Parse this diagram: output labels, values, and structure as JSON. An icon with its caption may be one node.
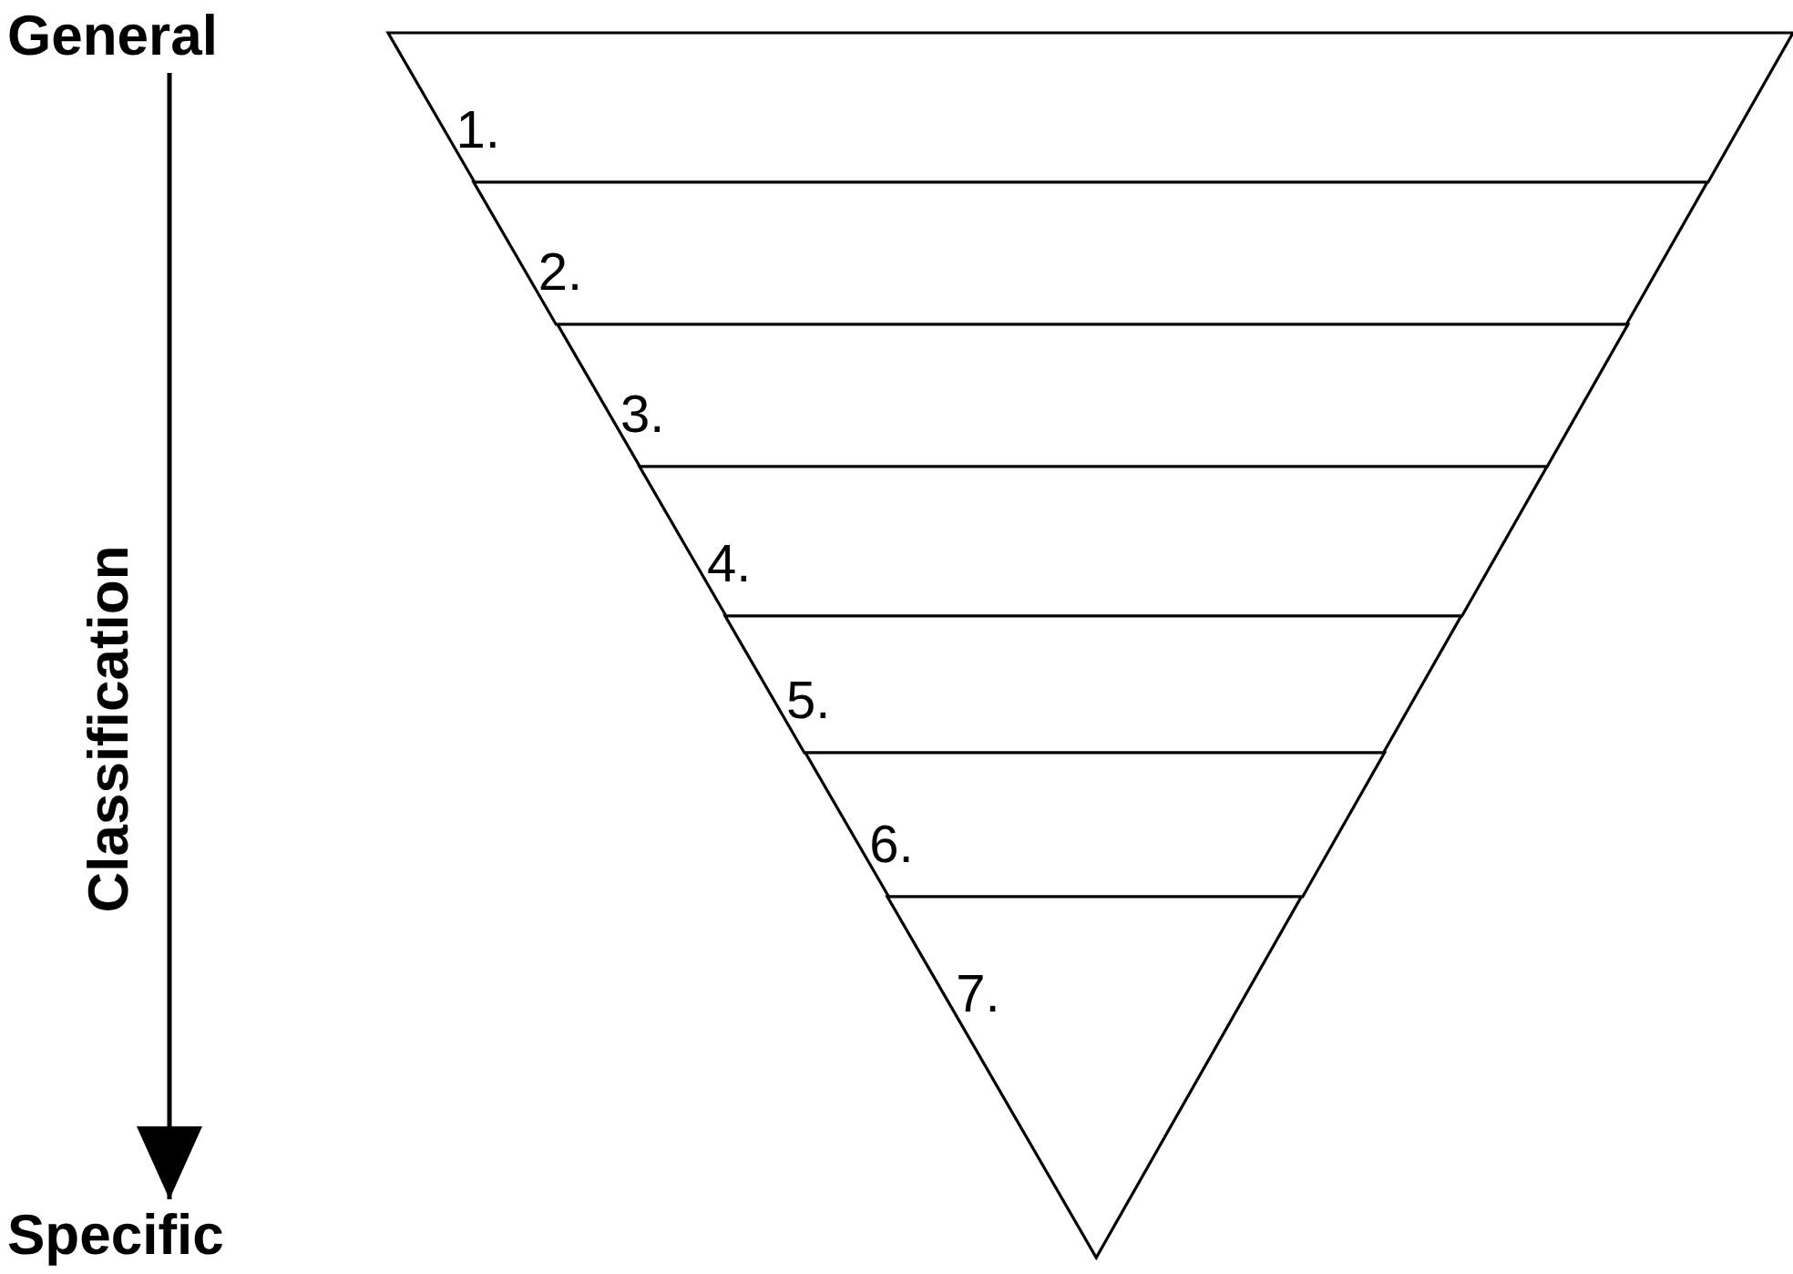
{
  "diagram": {
    "nodes": [
      {
        "text": [
          "General"
        ]
      },
      {
        "text": [
          "Specific"
        ]
      },
      {
        "text": [
          "1."
        ]
      },
      {
        "text": [
          "2."
        ]
      },
      {
        "text": [
          "3."
        ]
      },
      {
        "text": [
          "4."
        ]
      },
      {
        "text": [
          "5."
        ]
      },
      {
        "text": [
          "6."
        ]
      },
      {
        "text": [
          "7."
        ]
      }
    ],
    "edges": [
      {
        "from": 0,
        "to": 1,
        "arrow": "to",
        "label": "Classification"
      }
    ]
  }
}
